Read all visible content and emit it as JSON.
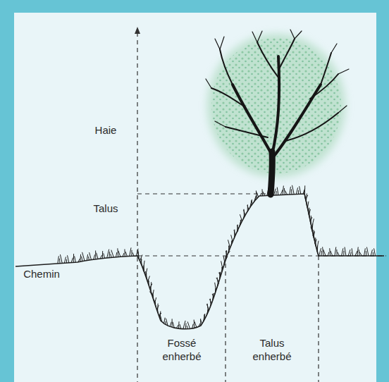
{
  "diagram": {
    "labels": [
      "Haie",
      "Talus",
      "Chemin",
      "Fossé enherbé",
      "Talus enherbé"
    ]
  }
}
